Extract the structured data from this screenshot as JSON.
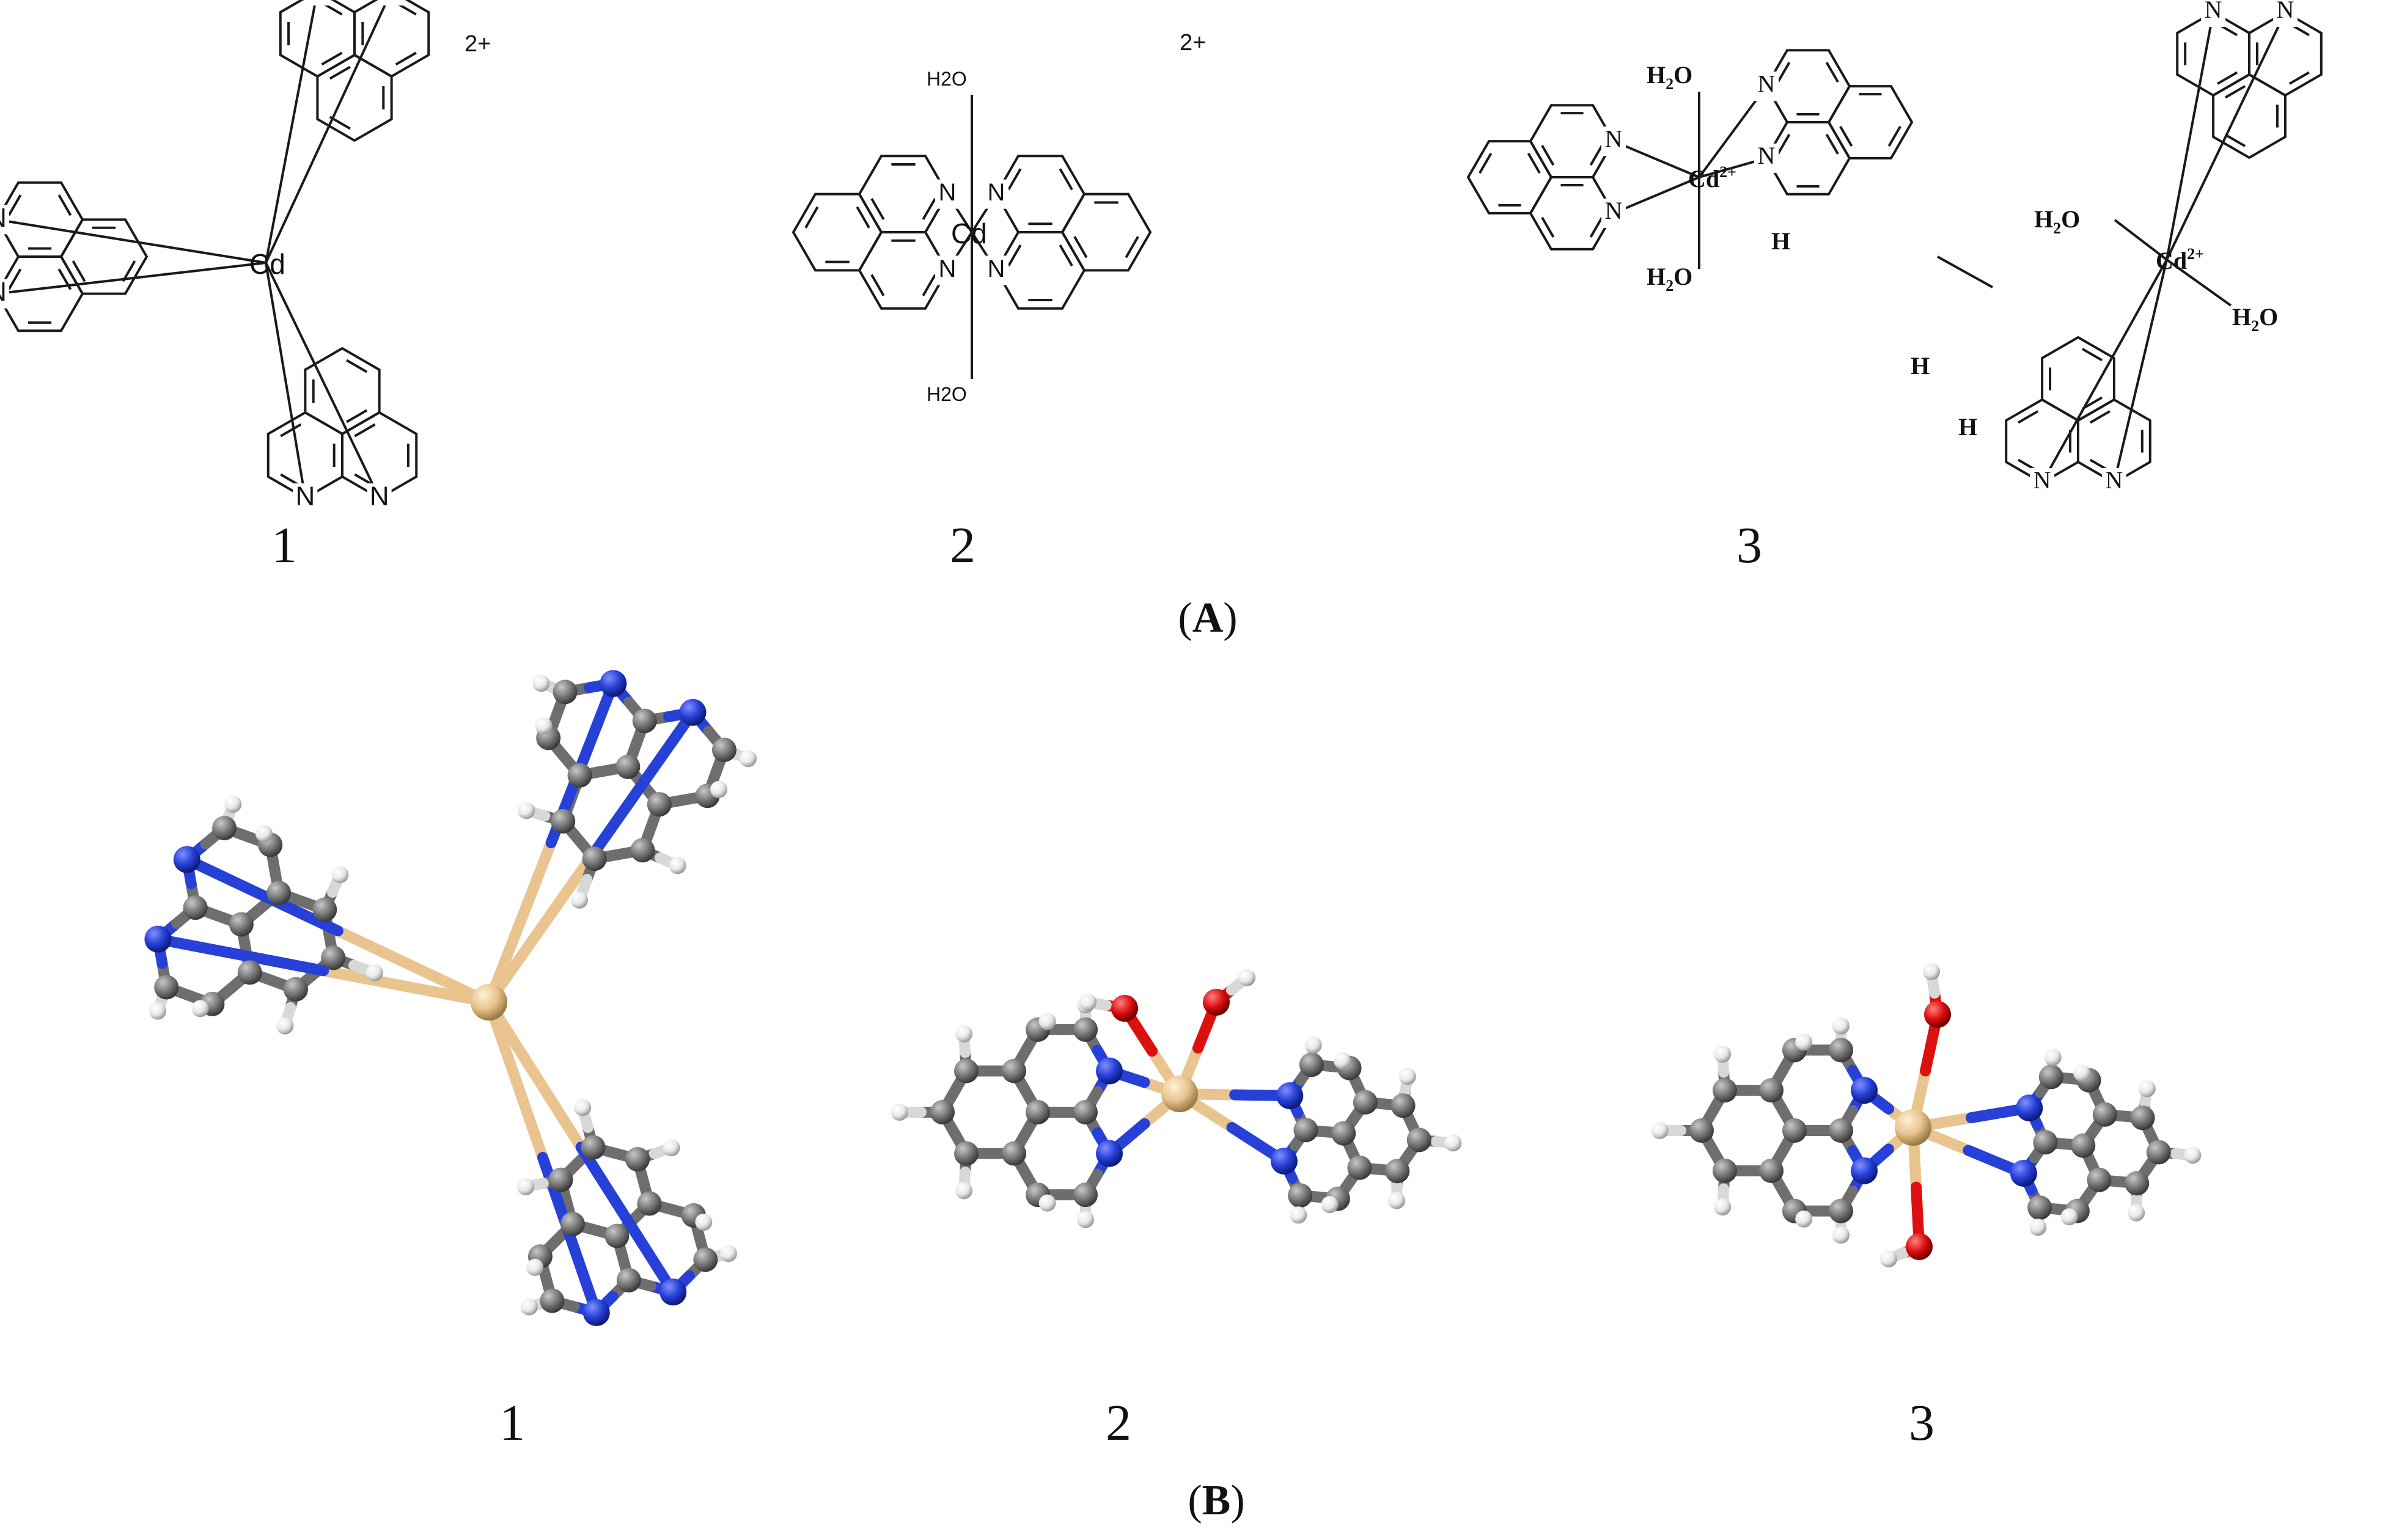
{
  "panel_a": {
    "label_open": "(",
    "label_letter": "A",
    "label_close": ")",
    "structures": [
      {
        "number": "1",
        "charge": "2+",
        "metal": "Cd",
        "nitrogen": "N"
      },
      {
        "number": "2",
        "charge": "2+",
        "metal": "Cd",
        "nitrogen": "N",
        "water_top": "H2O",
        "water_bottom": "H2O"
      },
      {
        "number": "3",
        "metal_left": "Cd",
        "metal_left_charge": "2+",
        "metal_right": "Cd",
        "metal_right_charge": "2+",
        "nitrogen": "N",
        "water_1": "H",
        "water_1_sub": "2",
        "water_1_o": "O",
        "hydrogen": "H"
      }
    ]
  },
  "panel_b": {
    "label_open": "(",
    "label_letter": "B",
    "label_close": ")",
    "models": [
      {
        "number": "1"
      },
      {
        "number": "2"
      },
      {
        "number": "3"
      }
    ]
  },
  "colors": {
    "carbon": "#7a7a7a",
    "nitrogen": "#2640d8",
    "oxygen": "#dd1010",
    "hydrogen": "#ececec",
    "cadmium": "#e9c48e",
    "line": "#1a1a1a"
  }
}
